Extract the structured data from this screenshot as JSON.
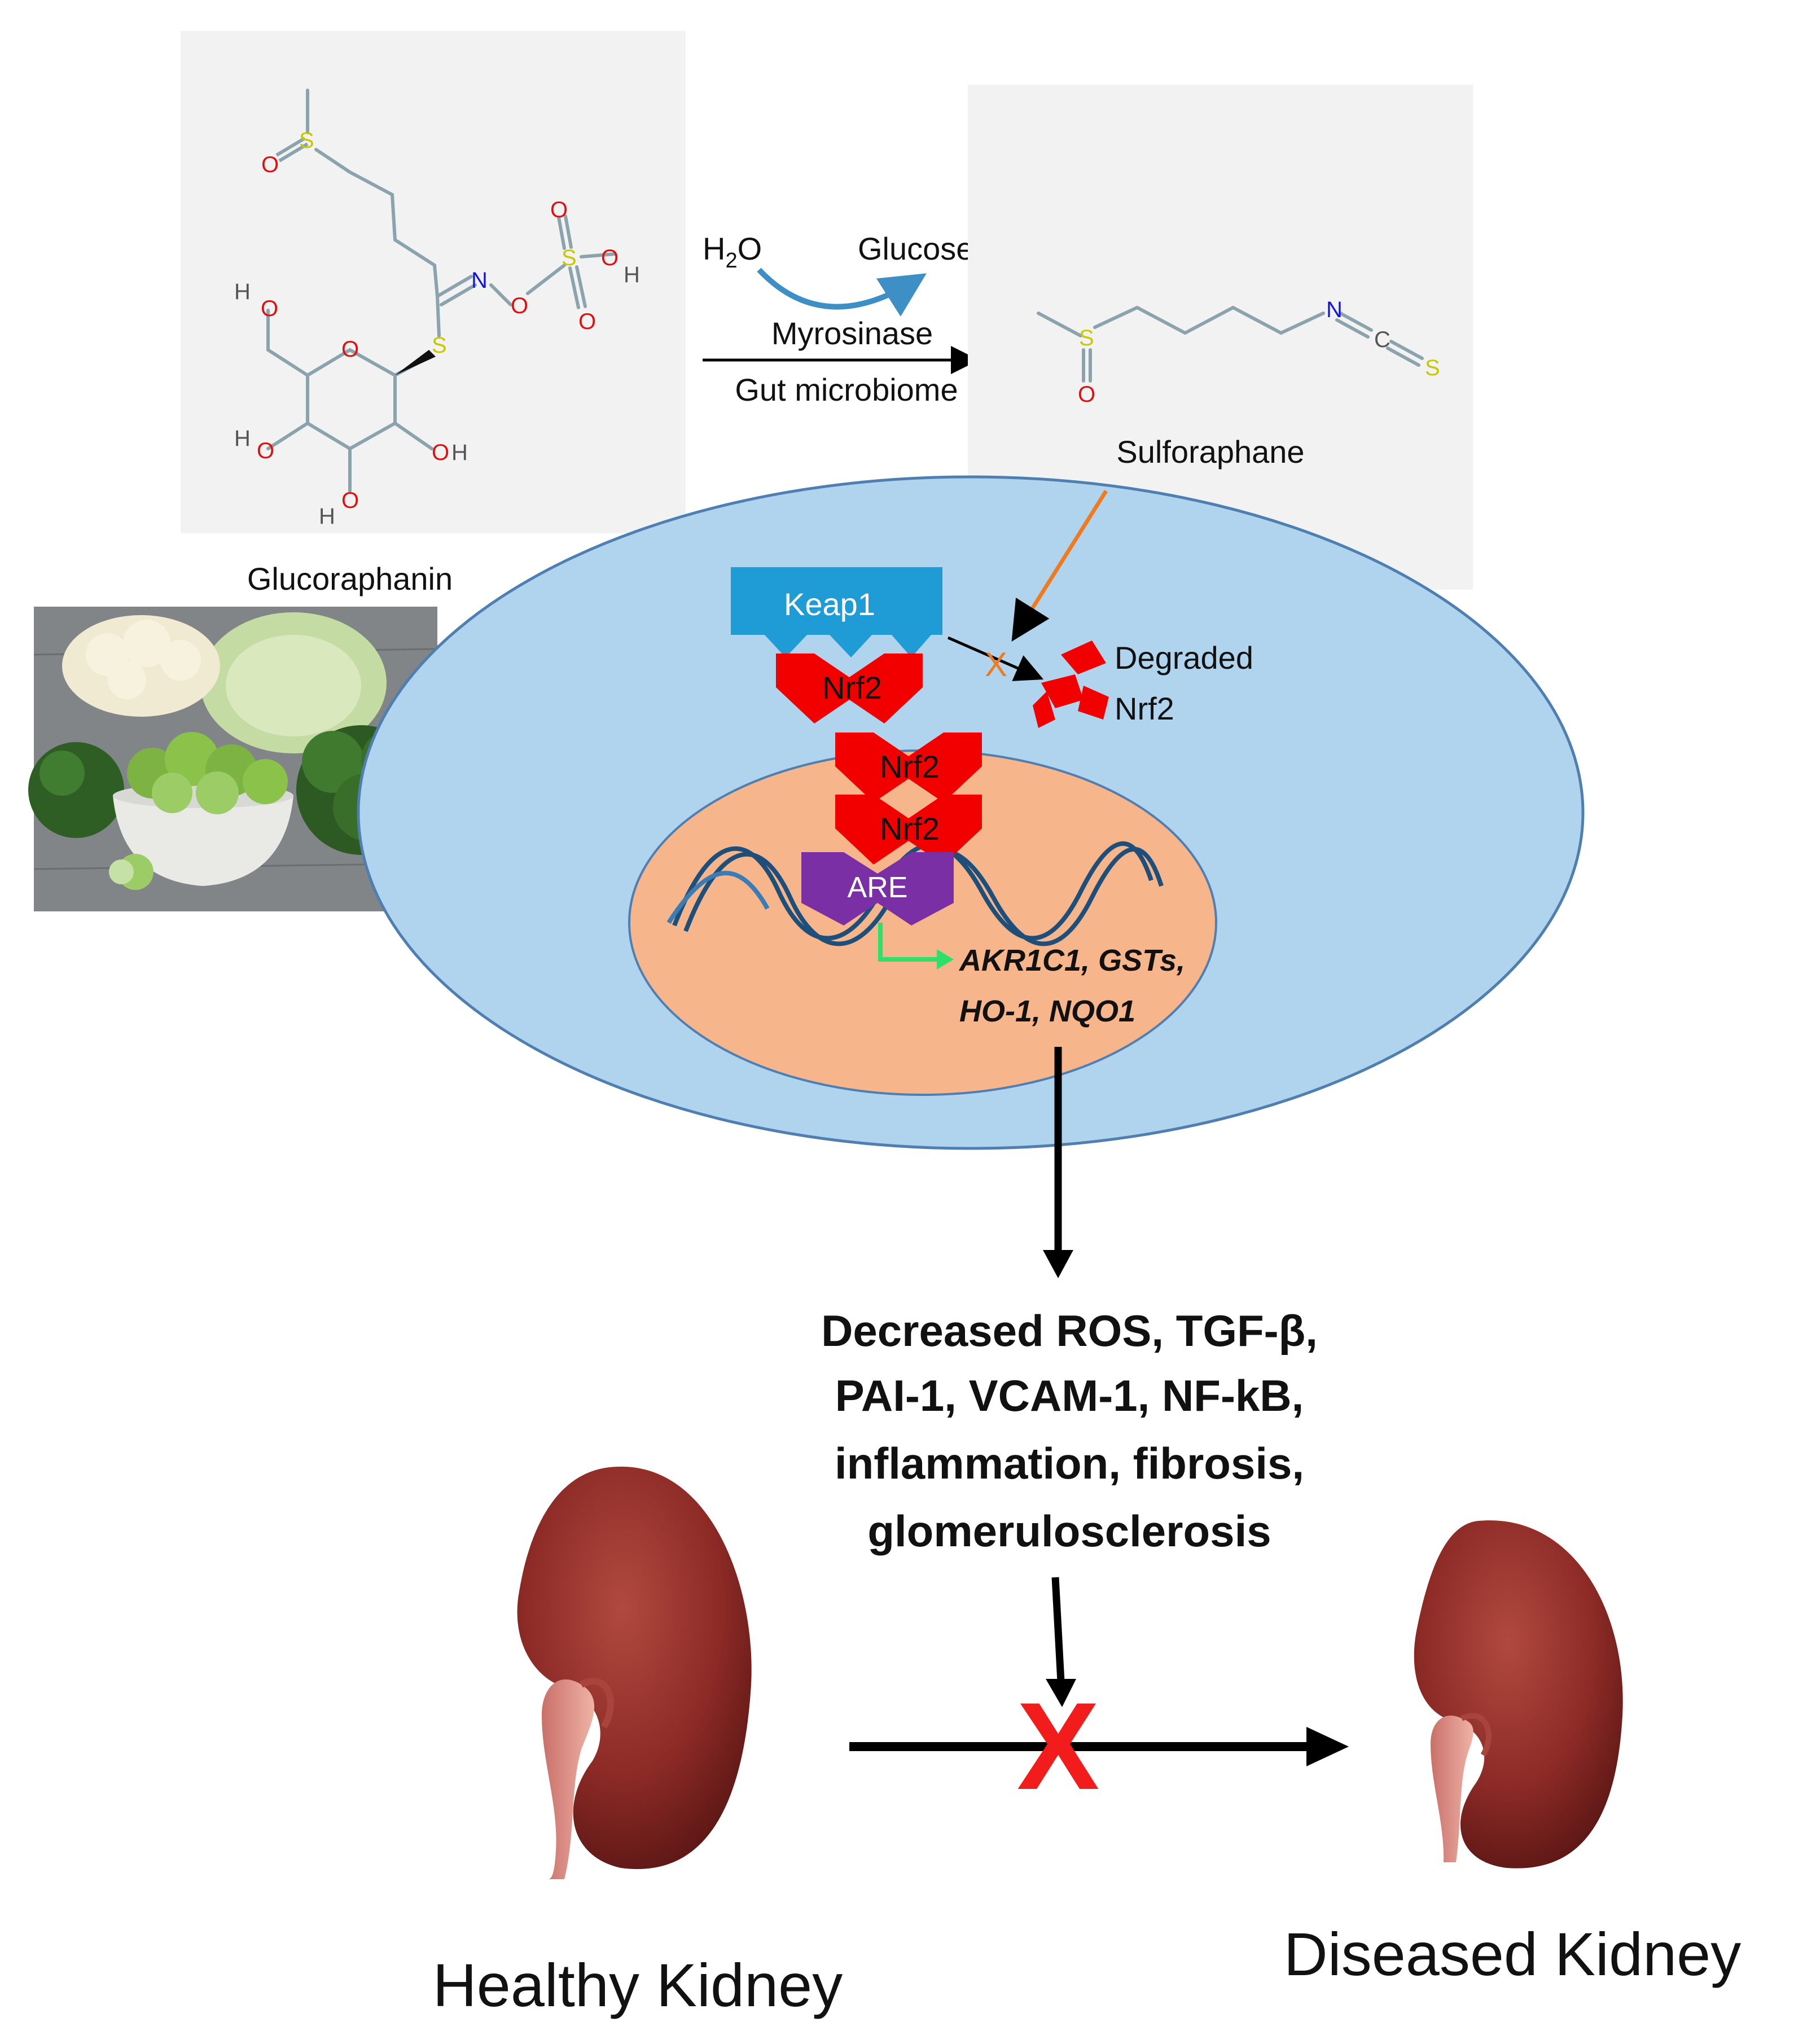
{
  "molecules": {
    "glucoraphanin": "Glucoraphanin",
    "sulforaphane": "Sulforaphane",
    "atoms": {
      "S": "S",
      "O": "O",
      "N": "N",
      "C": "C",
      "H": "H"
    }
  },
  "reaction": {
    "water_main": "H",
    "water_sub": "2",
    "water_tail": "O",
    "glucose": "Glucose",
    "enzyme": "Myrosinase",
    "microbiome": "Gut microbiome"
  },
  "cell": {
    "keap1": "Keap1",
    "nrf2": "Nrf2",
    "degraded": "Degraded",
    "degraded_nrf2": "Nrf2",
    "are": "ARE",
    "block_mark": "X",
    "genes_line1": "AKR1C1, GSTs,",
    "genes_line2": "HO-1, NQO1"
  },
  "effects": {
    "line1": "Decreased ROS, TGF-β,",
    "line2": "PAI-1, VCAM-1, NF-kB,",
    "line3": "inflammation, fibrosis,",
    "line4": "glomerulosclerosis"
  },
  "kidneys": {
    "healthy": "Healthy Kidney",
    "diseased": "Diseased Kidney",
    "block_mark": "X"
  },
  "colors": {
    "cell": "#b0d3ee",
    "cell_border": "#4e7fb0",
    "nucleus": "#f7b58c",
    "keap1": "#1f9bd6",
    "nrf2": "#f20000",
    "are": "#7b2fa5",
    "orange_arrow": "#f07a1f",
    "green_arrow": "#2ee06a",
    "red_x": "#f21c1c",
    "kidney": "#8c2a26"
  }
}
